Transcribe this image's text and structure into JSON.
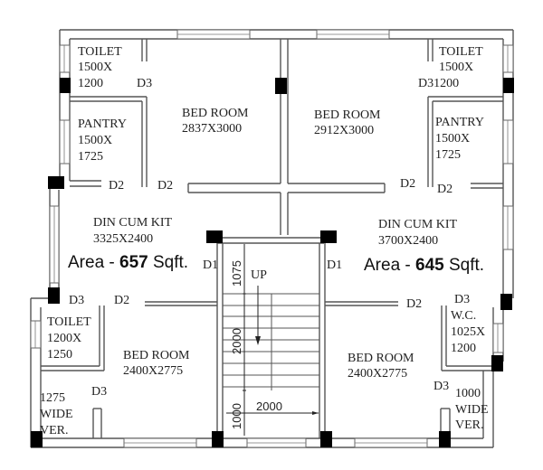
{
  "plan": {
    "left_unit": {
      "toilet": {
        "name": "TOILET",
        "dim1": "1500X",
        "dim2": "1200"
      },
      "pantry": {
        "name": "PANTRY",
        "dim1": "1500X",
        "dim2": "1725"
      },
      "bedroom_top": {
        "name": "BED ROOM",
        "dim": "2837X3000"
      },
      "din_kit": {
        "name": "DIN CUM KIT",
        "dim": "3325X2400"
      },
      "area": {
        "prefix": "Area - ",
        "value": "657",
        "suffix": " Sqft."
      },
      "toilet_bottom": {
        "name": "TOILET",
        "dim1": "1200X",
        "dim2": "1250"
      },
      "bedroom_bottom": {
        "name": "BED ROOM",
        "dim": "2400X2775"
      },
      "verandah": {
        "line1": "1275",
        "line2": "WIDE",
        "line3": "VER."
      }
    },
    "right_unit": {
      "toilet": {
        "name": "TOILET",
        "dim1": "1500X",
        "dim2": "D31200"
      },
      "pantry": {
        "name": "PANTRY",
        "dim1": "1500X",
        "dim2": "1725"
      },
      "bedroom_top": {
        "name": "BED ROOM",
        "dim": "2912X3000"
      },
      "din_kit": {
        "name": "DIN CUM KIT",
        "dim": "3700X2400"
      },
      "area": {
        "prefix": "Area - ",
        "value": "645",
        "suffix": " Sqft."
      },
      "wc": {
        "name": "W.C.",
        "dim1": "1025X",
        "dim2": "1200"
      },
      "bedroom_bottom": {
        "name": "BED ROOM",
        "dim": "2400X2775"
      },
      "verandah": {
        "line1": "1000",
        "line2": "WIDE",
        "line3": "VER."
      }
    },
    "doors": {
      "d1": "D1",
      "d2": "D2",
      "d3": "D3"
    },
    "stair": {
      "up_label": "UP",
      "landing_dim": "1075",
      "flight_dim": "2000",
      "bottom_dim": "1000",
      "width_dim": "2000"
    }
  }
}
